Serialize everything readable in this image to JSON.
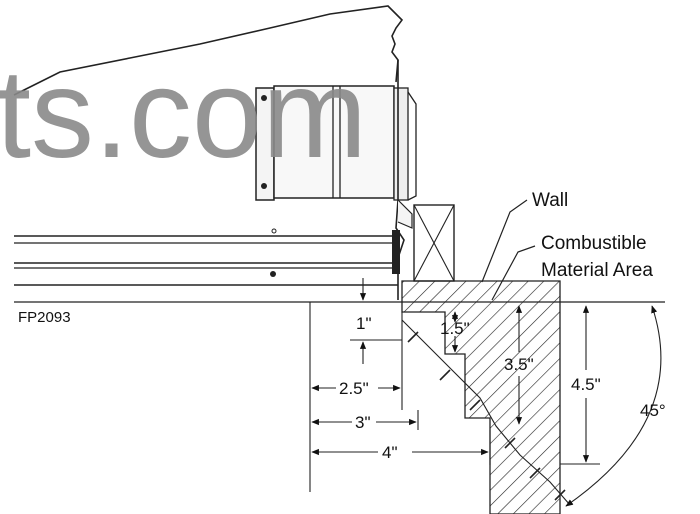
{
  "watermark": "ts.com",
  "figure_code": "FP2093",
  "callouts": {
    "wall": "Wall",
    "combustible_line1": "Combustible",
    "combustible_line2": "Material Area"
  },
  "dimensions": {
    "d_1": "1\"",
    "d_1_5": "1.5\"",
    "d_2_5": "2.5\"",
    "d_3": "3\"",
    "d_3_5": "3.5\"",
    "d_4": "4\"",
    "d_4_5": "4.5\"",
    "angle": "45°"
  }
}
